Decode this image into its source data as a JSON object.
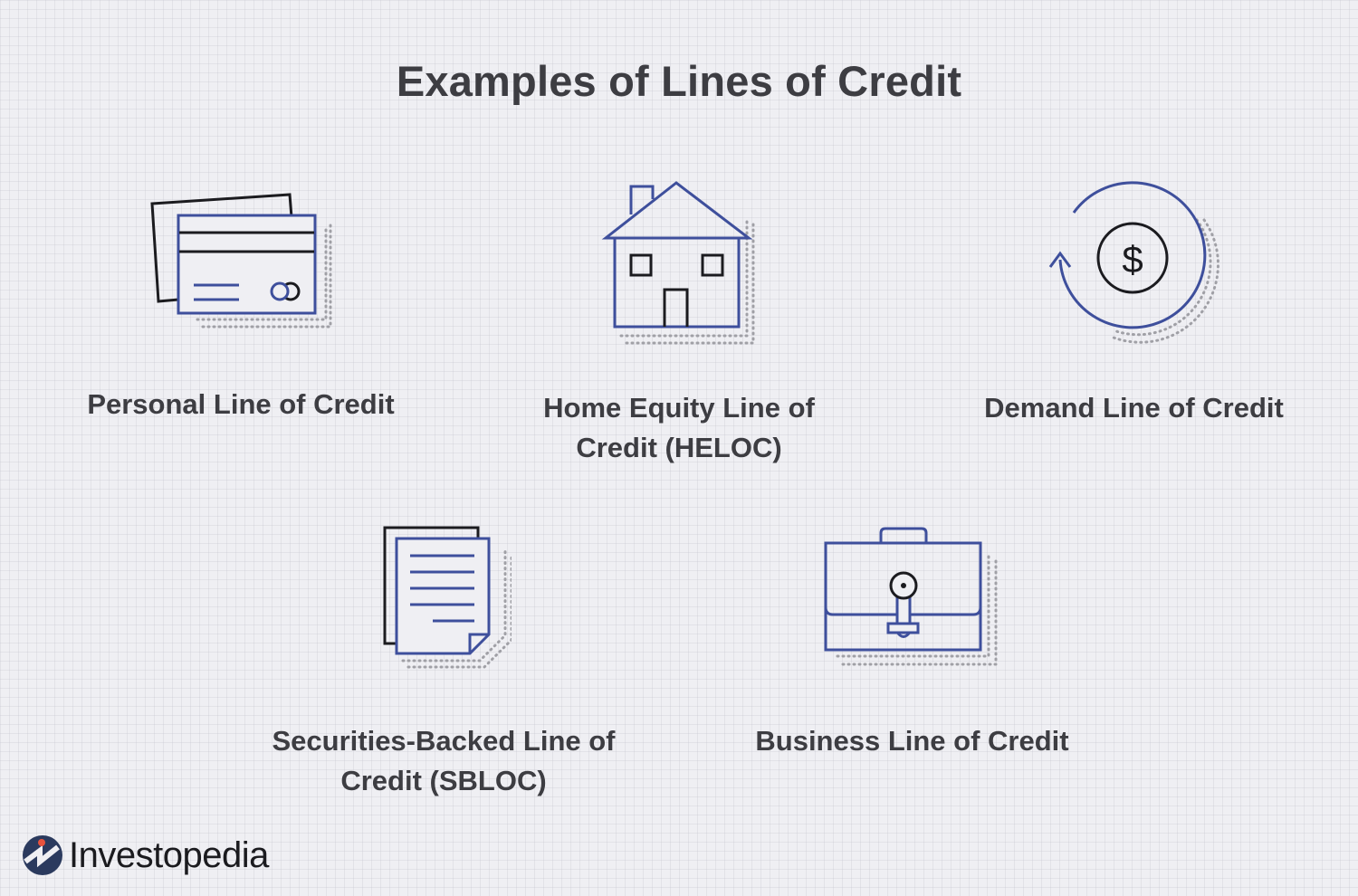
{
  "title": "Examples of Lines of Credit",
  "items": [
    {
      "label": "Personal Line of Credit",
      "icon": "credit-cards-icon"
    },
    {
      "label_line1": "Home Equity Line of",
      "label_line2": "Credit (HELOC)",
      "icon": "house-icon"
    },
    {
      "label": "Demand Line of Credit",
      "icon": "circular-dollar-icon"
    },
    {
      "label_line1": "Securities-Backed Line of",
      "label_line2": "Credit (SBLOC)",
      "icon": "documents-icon"
    },
    {
      "label": "Business Line of Credit",
      "icon": "briefcase-icon"
    }
  ],
  "brand": {
    "name": "Investopedia"
  },
  "colors": {
    "accent_blue": "#3e4f9c",
    "outline_black": "#1b1b1f",
    "text": "#3d3d42",
    "dots": "#a0a0a6",
    "logo_navy": "#2b3a5e",
    "logo_red": "#e8523d",
    "background": "#efeff3"
  }
}
